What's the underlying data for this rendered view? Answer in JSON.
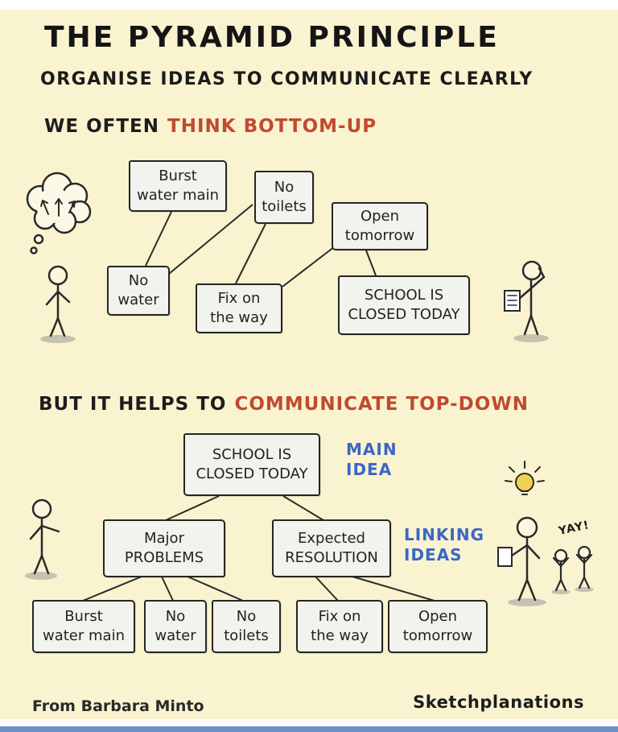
{
  "page": {
    "title": "THE PYRAMID PRINCIPLE",
    "subtitle": "ORGANISE IDEAS TO COMMUNICATE CLEARLY"
  },
  "bottom_up": {
    "heading_plain": "WE OFTEN",
    "heading_accent": "THINK BOTTOM-UP",
    "nodes": {
      "burst": "Burst\nwater main",
      "toilets": "No\ntoilets",
      "open": "Open\ntomorrow",
      "water": "No\nwater",
      "fix": "Fix on\nthe way",
      "school": "SCHOOL IS\nCLOSED TODAY"
    }
  },
  "top_down": {
    "heading_plain": "BUT IT HELPS TO",
    "heading_accent": "COMMUNICATE TOP-DOWN",
    "labels": {
      "main_idea": "MAIN\nIDEA",
      "linking_ideas": "LINKING\nIDEAS"
    },
    "nodes": {
      "school": "SCHOOL IS\nCLOSED TODAY",
      "problems": "Major\nPROBLEMS",
      "resolution": "Expected\nRESOLUTION",
      "burst": "Burst\nwater main",
      "water": "No\nwater",
      "toilets": "No\ntoilets",
      "fix": "Fix on\nthe way",
      "open": "Open\ntomorrow"
    },
    "cheer": "YAY!"
  },
  "footer": {
    "attribution": "From Barbara Minto",
    "brand": "Sketchplanations"
  },
  "colors": {
    "background": "#FAF3D0",
    "accent_red": "#C14A2E",
    "accent_blue": "#3A67C6",
    "ink": "#1D1D1D",
    "box_bg": "#F2F3EF",
    "box_border": "#26261F",
    "bottom_band_blue": "#6C8FC9"
  }
}
